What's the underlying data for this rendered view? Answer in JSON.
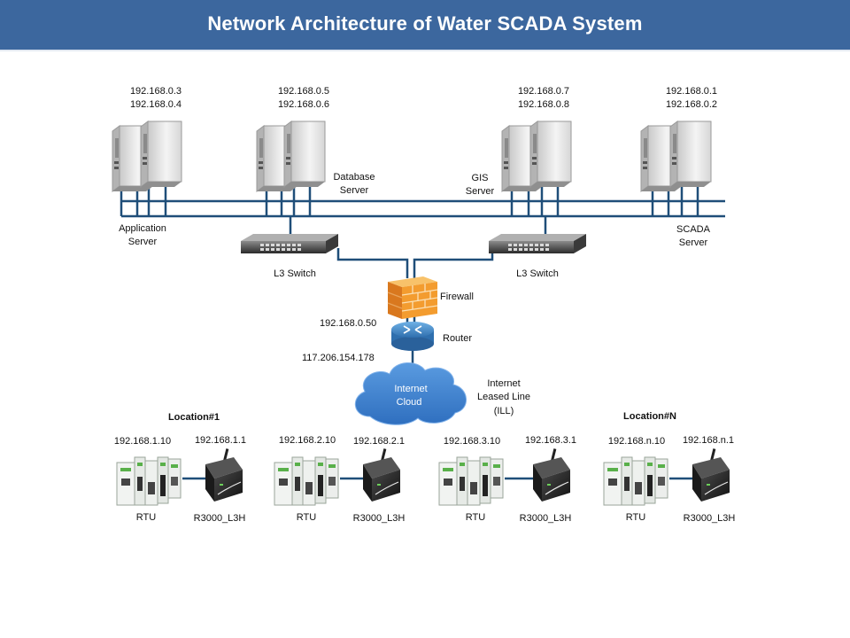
{
  "title": "Network Architecture of Water SCADA System",
  "colors": {
    "title_bar": "#3c679e",
    "network_line": "#1f4e79",
    "cloud": "#3f82d1",
    "router": "#3f86c6",
    "firewall": "#f39c2f"
  },
  "servers": [
    {
      "ip1": "192.168.0.3",
      "ip2": "192.168.0.4",
      "label_line1": "Application",
      "label_line2": "Server"
    },
    {
      "ip1": "192.168.0.5",
      "ip2": "192.168.0.6",
      "label_line1": "Database",
      "label_line2": "Server"
    },
    {
      "ip1": "192.168.0.7",
      "ip2": "192.168.0.8",
      "label_line1": "GIS",
      "label_line2": "Server"
    },
    {
      "ip1": "192.168.0.1",
      "ip2": "192.168.0.2",
      "label_line1": "SCADA",
      "label_line2": "Server"
    }
  ],
  "switches": [
    {
      "label": "L3 Switch"
    },
    {
      "label": "L3 Switch"
    }
  ],
  "firewall": {
    "label": "Firewall"
  },
  "router": {
    "label": "Router",
    "lan_ip": "192.168.0.50",
    "wan_ip": "117.206.154.178"
  },
  "cloud": {
    "line1": "Internet",
    "line2": "Cloud"
  },
  "ill": {
    "line1": "Internet",
    "line2": "Leased Line",
    "line3": "(ILL)"
  },
  "location_titles": [
    "Location#1",
    "Location#N"
  ],
  "sites": [
    {
      "rtu_ip": "192.168.1.10",
      "modem_ip": "192.168.1.1",
      "rtu_label": "RTU",
      "modem_label": "R3000_L3H"
    },
    {
      "rtu_ip": "192.168.2.10",
      "modem_ip": "192.168.2.1",
      "rtu_label": "RTU",
      "modem_label": "R3000_L3H"
    },
    {
      "rtu_ip": "192.168.3.10",
      "modem_ip": "192.168.3.1",
      "rtu_label": "RTU",
      "modem_label": "R3000_L3H"
    },
    {
      "rtu_ip": "192.168.n.10",
      "modem_ip": "192.168.n.1",
      "rtu_label": "RTU",
      "modem_label": "R3000_L3H"
    }
  ]
}
